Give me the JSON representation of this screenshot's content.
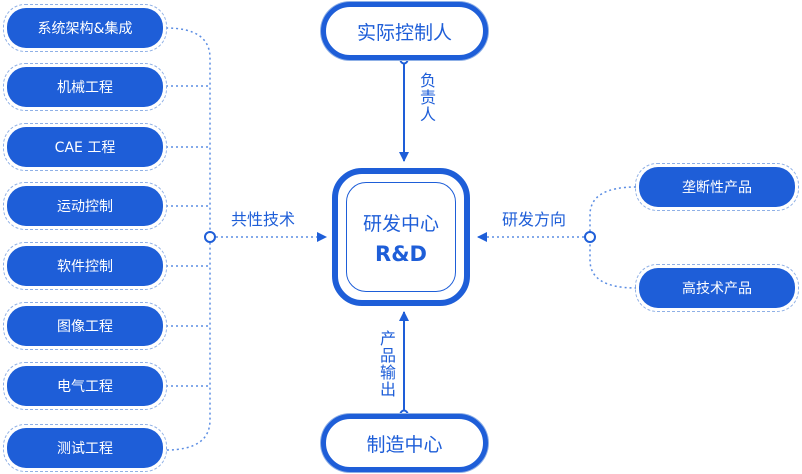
{
  "left_items": [
    "系统架构&集成",
    "机械工程",
    "CAE 工程",
    "运动控制",
    "软件控制",
    "图像工程",
    "电气工程",
    "测试工程"
  ],
  "right_items": [
    "垄断性产品",
    "高技术产品"
  ],
  "top_node": "实际控制人",
  "bottom_node": "制造中心",
  "center": {
    "title": "研发中心",
    "subtitle": "R&D"
  },
  "edge_labels": {
    "top": "负责人",
    "bottom": "产品输出",
    "left": "共性技术",
    "right": "研发方向"
  },
  "colors": {
    "primary": "#1e5ed8",
    "dotted": "#5b8de3",
    "pill_border": "#8fb0e6"
  }
}
